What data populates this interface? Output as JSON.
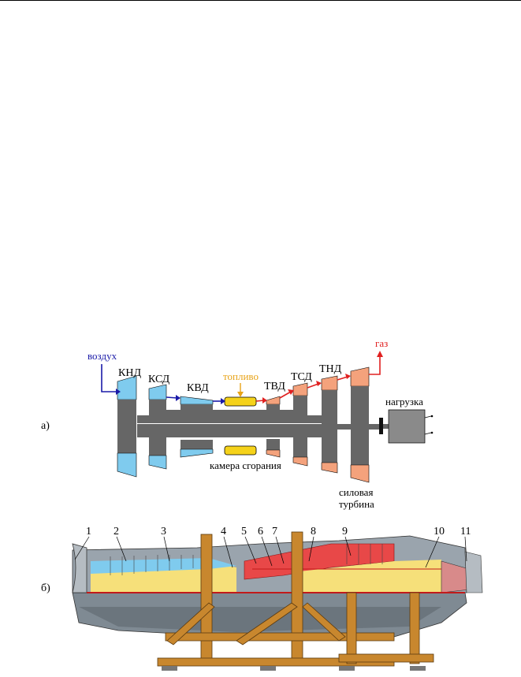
{
  "scheme": {
    "label": "а)",
    "air": "воздух",
    "gas": "газ",
    "fuel": "топливо",
    "combustor": "камера сгорания",
    "load": "нагрузка",
    "power_turbine_line1": "силовая",
    "power_turbine_line2": "турбина",
    "stages": {
      "knd": "КНД",
      "ksd": "КСД",
      "kvd": "КВД",
      "tvd": "ТВД",
      "tsd": "ТСД",
      "tnd": "ТНД"
    }
  },
  "cutaway": {
    "label": "б)",
    "callouts": [
      "1",
      "2",
      "3",
      "4",
      "5",
      "6",
      "7",
      "8",
      "9",
      "10",
      "11"
    ]
  },
  "colors": {
    "compressor": "#7fcbee",
    "turbine": "#f4a27c",
    "shaft": "#666666",
    "fuel": "#e8a317",
    "combustor_fill": "#f5d21a",
    "air_arrow": "#1a1aa8",
    "gas_arrow": "#e02020",
    "housing": "#8a8f94",
    "hot_section": "#e84848",
    "cool_fill": "#f6e07a",
    "stand": "#c8872e"
  }
}
